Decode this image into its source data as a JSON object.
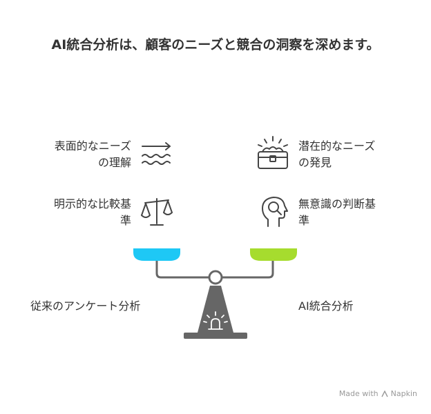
{
  "title": "AI統合分析は、顧客のニーズと競合の洞察を深めます。",
  "left": {
    "items": [
      {
        "lines": [
          "表面的なニーズ",
          "の理解"
        ],
        "icon": "waves-arrow-icon"
      },
      {
        "lines": [
          "明示的な比較基",
          "準"
        ],
        "icon": "balance-scale-icon"
      }
    ],
    "caption": "従来のアンケート分析"
  },
  "right": {
    "items": [
      {
        "lines": [
          "潜在的なニーズ",
          "の発見"
        ],
        "icon": "treasure-chest-icon"
      },
      {
        "lines": [
          "無意識の判断基",
          "準"
        ],
        "icon": "head-mind-icon"
      }
    ],
    "caption": "AI統合分析"
  },
  "colors": {
    "left_pan": "#1EC8F5",
    "right_pan": "#A6DC2E",
    "scale": "#666666",
    "text": "#333333"
  },
  "footer": {
    "prefix": "Made with",
    "brand": "Napkin"
  }
}
